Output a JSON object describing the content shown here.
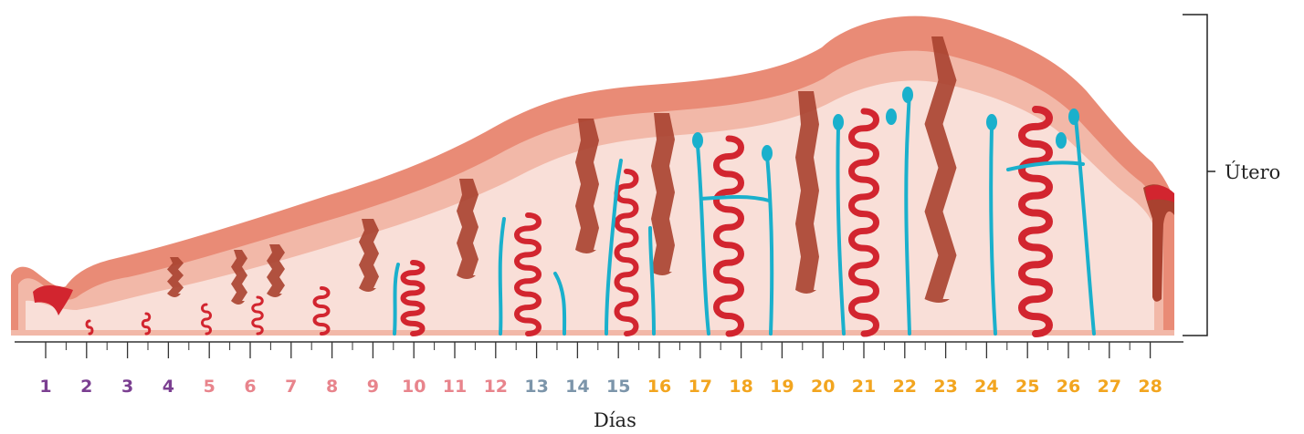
{
  "labels": {
    "uterus": "Útero",
    "days_axis": "Días"
  },
  "days": [
    {
      "label": "1",
      "phase": "menstrual"
    },
    {
      "label": "2",
      "phase": "menstrual"
    },
    {
      "label": "3",
      "phase": "menstrual"
    },
    {
      "label": "4",
      "phase": "menstrual"
    },
    {
      "label": "5",
      "phase": "proliferative"
    },
    {
      "label": "6",
      "phase": "proliferative"
    },
    {
      "label": "7",
      "phase": "proliferative"
    },
    {
      "label": "8",
      "phase": "proliferative"
    },
    {
      "label": "9",
      "phase": "proliferative"
    },
    {
      "label": "10",
      "phase": "proliferative"
    },
    {
      "label": "11",
      "phase": "proliferative"
    },
    {
      "label": "12",
      "phase": "proliferative"
    },
    {
      "label": "13",
      "phase": "ovulation"
    },
    {
      "label": "14",
      "phase": "ovulation"
    },
    {
      "label": "15",
      "phase": "ovulation"
    },
    {
      "label": "16",
      "phase": "secretory"
    },
    {
      "label": "17",
      "phase": "secretory"
    },
    {
      "label": "18",
      "phase": "secretory"
    },
    {
      "label": "19",
      "phase": "secretory"
    },
    {
      "label": "20",
      "phase": "secretory"
    },
    {
      "label": "21",
      "phase": "secretory"
    },
    {
      "label": "22",
      "phase": "secretory"
    },
    {
      "label": "23",
      "phase": "secretory"
    },
    {
      "label": "24",
      "phase": "secretory"
    },
    {
      "label": "25",
      "phase": "secretory"
    },
    {
      "label": "26",
      "phase": "secretory"
    },
    {
      "label": "27",
      "phase": "secretory"
    },
    {
      "label": "28",
      "phase": "secretory"
    }
  ],
  "colors": {
    "menstrual": "#7b3f91",
    "proliferative": "#e8848c",
    "ovulation": "#7c95aa",
    "secretory": "#f2a51f",
    "tissue_light": "#f9dfd8",
    "tissue_mid": "#f2b8a8",
    "surface": "#e98b76",
    "gland": "#a9412f",
    "artery": "#d2252f",
    "vein": "#1ab0cc"
  }
}
